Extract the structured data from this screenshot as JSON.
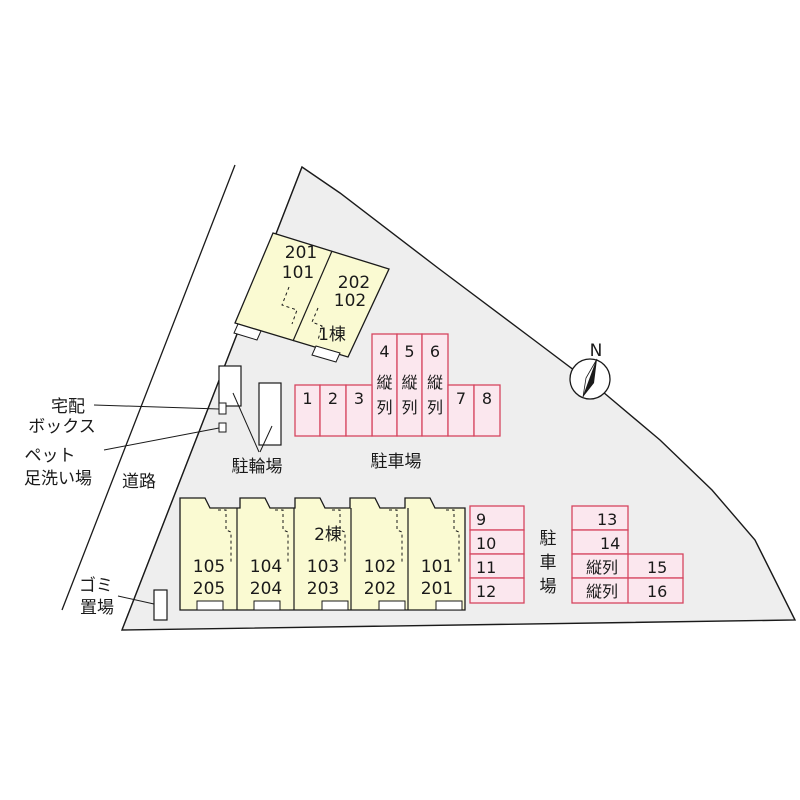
{
  "colors": {
    "background": "#ffffff",
    "lot_fill": "#eeeeee",
    "outline": "#1a1a1a",
    "building_fill": "#fafad2",
    "parking_fill": "#fbe7ee",
    "parking_stroke": "#d6455f"
  },
  "building1": {
    "name": "1棟",
    "left_upper": "201",
    "left_lower": "101",
    "right_upper": "202",
    "right_lower": "102"
  },
  "parking_top": {
    "label": "駐車場",
    "upper": [
      {
        "num": "4",
        "note_a": "縦",
        "note_b": "列"
      },
      {
        "num": "5",
        "note_a": "縦",
        "note_b": "列"
      },
      {
        "num": "6",
        "note_a": "縦",
        "note_b": "列"
      }
    ],
    "lower": [
      "1",
      "2",
      "3",
      "7",
      "8"
    ]
  },
  "bike_parking_label": "駐輪場",
  "delivery_box": {
    "line1": "宅配",
    "line2": "ボックス"
  },
  "pet_wash": {
    "line1": "ペット",
    "line2": "足洗い場"
  },
  "road_label": "道路",
  "garbage": {
    "line1": "ゴミ",
    "line2": "置場"
  },
  "building2": {
    "name": "2棟",
    "units": [
      {
        "upper": "105",
        "lower": "205"
      },
      {
        "upper": "104",
        "lower": "204"
      },
      {
        "upper": "103",
        "lower": "203"
      },
      {
        "upper": "102",
        "lower": "202"
      },
      {
        "upper": "101",
        "lower": "201"
      }
    ]
  },
  "parking_mid": [
    "9",
    "10",
    "11",
    "12"
  ],
  "parking_side_label": [
    "駐",
    "車",
    "場"
  ],
  "parking_right": {
    "single": [
      "13",
      "14"
    ],
    "tandem": [
      {
        "note": "縦列",
        "num": "15"
      },
      {
        "note": "縦列",
        "num": "16"
      }
    ]
  },
  "compass_label": "N"
}
